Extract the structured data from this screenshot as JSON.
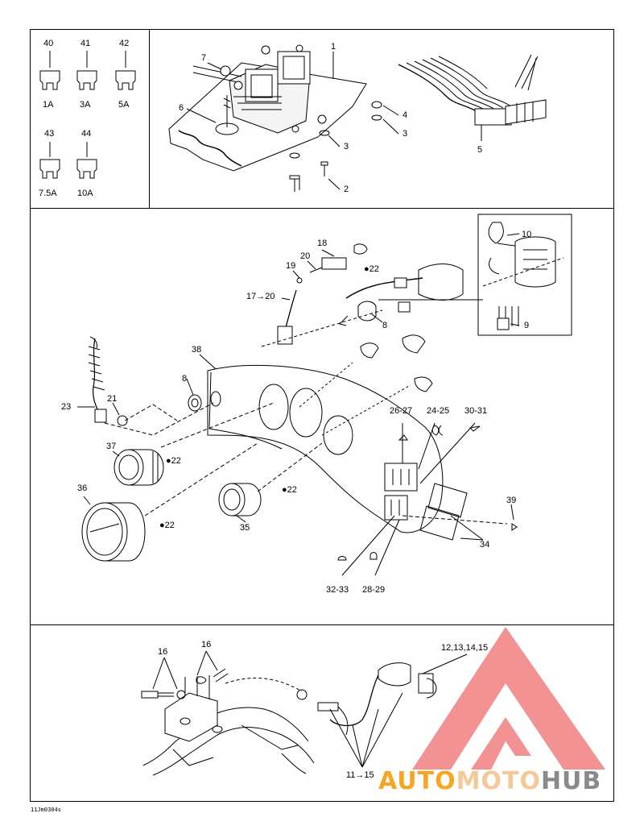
{
  "fuses": [
    {
      "number": "40",
      "rating": "1A"
    },
    {
      "number": "41",
      "rating": "3A"
    },
    {
      "number": "42",
      "rating": "5A"
    },
    {
      "number": "43",
      "rating": "7.5A"
    },
    {
      "number": "44",
      "rating": "10A"
    }
  ],
  "callouts": {
    "top": [
      "1",
      "7",
      "6",
      "4",
      "3",
      "3",
      "2",
      "5"
    ],
    "middle": [
      "10",
      "9",
      "18",
      "20",
      "19",
      "22",
      "17→20",
      "8",
      "38",
      "8",
      "23",
      "21",
      "37",
      "22",
      "36",
      "22",
      "35",
      "22",
      "26-27",
      "24-25",
      "30-31",
      "39",
      "34",
      "32-33",
      "28-29"
    ],
    "bottom": [
      "16",
      "16",
      "12,13,14,15",
      "11→15"
    ]
  },
  "drawing_ref": "11Jm0304s",
  "watermark": {
    "auto": "AUTO",
    "moto": "MOTO",
    "hub": "HUB",
    "colors": {
      "auto": "#f6a623",
      "moto": "#f4c99a",
      "hub": "#8a8a8a",
      "triangle": "#f08080"
    }
  }
}
